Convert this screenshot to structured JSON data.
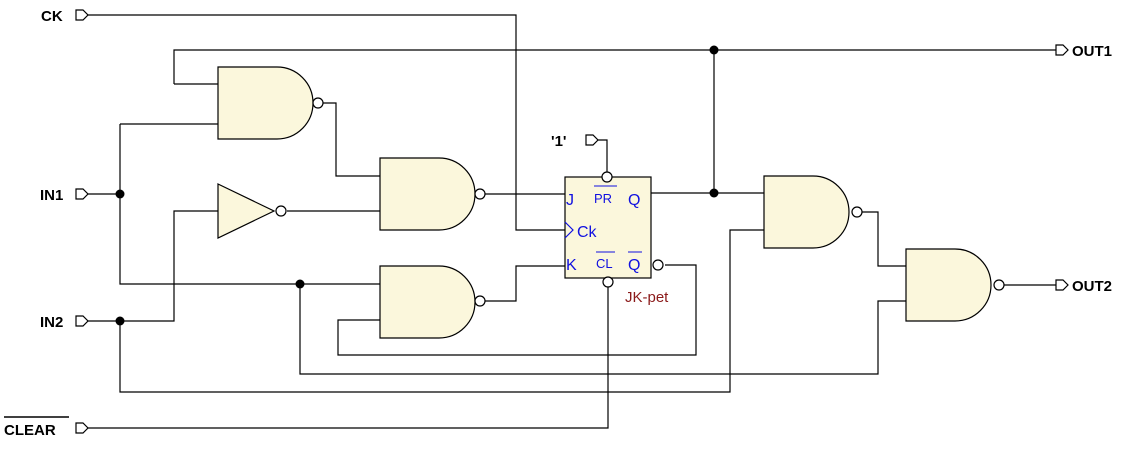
{
  "ports": {
    "ck": "CK",
    "in1": "IN1",
    "in2": "IN2",
    "clear": "CLEAR",
    "one": "'1'",
    "out1": "OUT1",
    "out2": "OUT2"
  },
  "flipflop": {
    "j": "J",
    "pr": "PR",
    "q": "Q",
    "ck": "Ck",
    "k": "K",
    "cl": "CL",
    "qbar": "Q",
    "name": "JK-pet"
  },
  "colors": {
    "gate_fill": "#fbf7dc",
    "pin_label": "#1010e0",
    "component_name": "#8b1a1a"
  }
}
